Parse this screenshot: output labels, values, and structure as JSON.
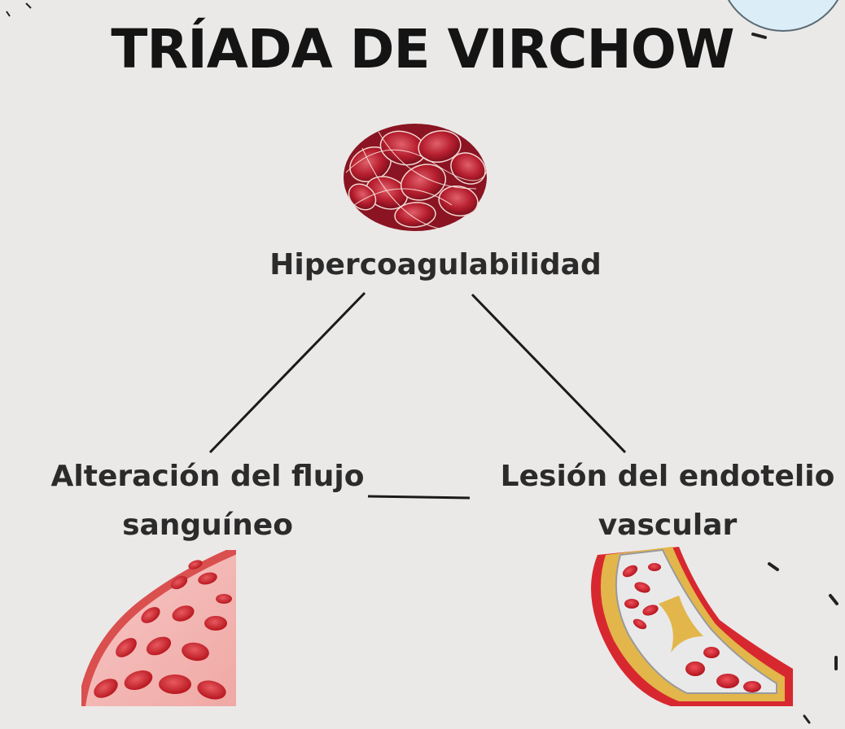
{
  "title": "TRÍADA DE VIRCHOW",
  "nodes": {
    "top": "Hipercoagulabilidad",
    "left": "Alteración del flujo\nsanguíneo",
    "right": "Lesión del endotelio\nvascular"
  },
  "icons": {
    "top": "blood-clot-icon",
    "left": "blood-vessel-flow-icon",
    "right": "atherosclerotic-vessel-icon"
  },
  "colors": {
    "background": "#ebe9e7",
    "text": "#2b2b2b",
    "title": "#141414",
    "blood": "#c0212b",
    "plaque": "#e0b543",
    "line": "#1a1a1a"
  }
}
